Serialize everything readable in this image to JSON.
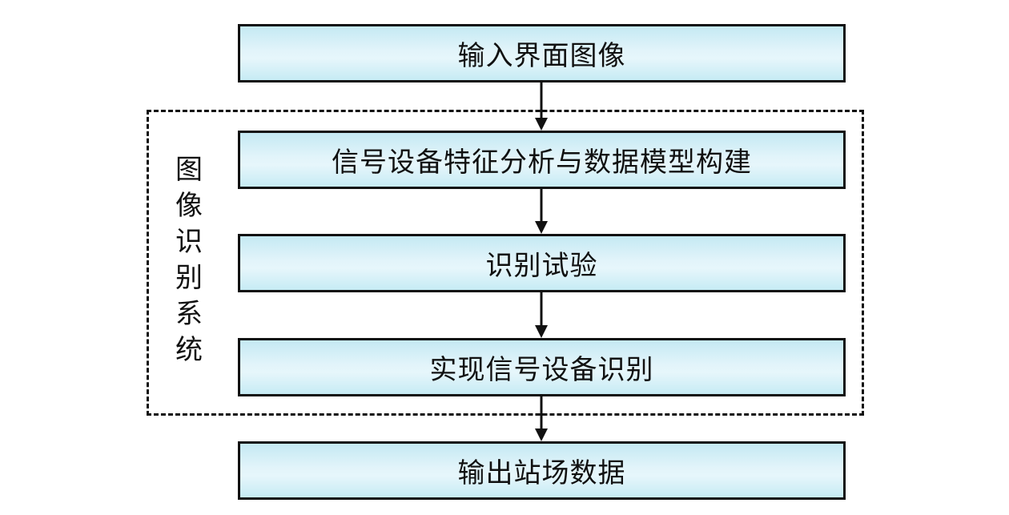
{
  "diagram": {
    "type": "flowchart",
    "group": {
      "label": "图像识别系统",
      "style": "dashed"
    },
    "steps": [
      {
        "label": "输入界面图像"
      },
      {
        "label": "信号设备特征分析与数据模型构建"
      },
      {
        "label": "识别试验"
      },
      {
        "label": "实现信号设备识别"
      },
      {
        "label": "输出站场数据"
      }
    ],
    "edges": [
      {
        "from": 0,
        "to": 1
      },
      {
        "from": 1,
        "to": 2
      },
      {
        "from": 2,
        "to": 3
      },
      {
        "from": 3,
        "to": 4
      }
    ],
    "colors": {
      "box_fill_edge": "#c4e9f3",
      "box_fill_center": "#e6f6fb",
      "stroke": "#111111"
    }
  }
}
